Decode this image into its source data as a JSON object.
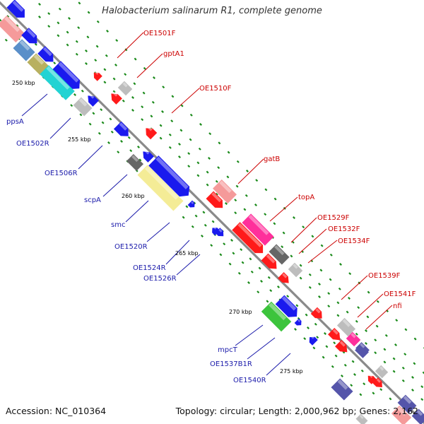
{
  "title": "Halobacterium salinarum R1, complete genome",
  "footer": {
    "accession": "Accession: NC_010364",
    "topology": "Topology: circular; Length: 2,000,962 bp; Genes: 2,162"
  },
  "colors": {
    "backbone": "#8a8a8a",
    "reverse_label": "#1a1aaa",
    "forward_label": "#cc0000",
    "tick": "#1a8a1a",
    "red": "#ff1a1a",
    "blue": "#1a1aee",
    "gray": "#bdbdbd",
    "magenta": "#ff2f9b",
    "cyan": "#22d3d3",
    "yellow": "#f4ec96",
    "green": "#3cc43c",
    "salmon": "#f59a9a",
    "navy": "#5555aa",
    "steel": "#5a8fc9",
    "olive": "#b8b060",
    "darkgray": "#666666"
  },
  "kbp_markers": [
    "250 kbp",
    "255 kbp",
    "260 kbp",
    "265 kbp",
    "270 kbp",
    "275 kbp"
  ],
  "reverse_labels": [
    "ppsA",
    "OE1502R",
    "OE1506R",
    "scpA",
    "smc",
    "OE1520R",
    "OE1524R",
    "OE1526R",
    "mpcT",
    "OE1537B1R",
    "OE1540R"
  ],
  "forward_labels": [
    "OE1501F",
    "gptA1",
    "OE1510F",
    "gatB",
    "topA",
    "OE1529F",
    "OE1532F",
    "OE1534F",
    "OE1539F",
    "OE1541F",
    "nfi"
  ]
}
